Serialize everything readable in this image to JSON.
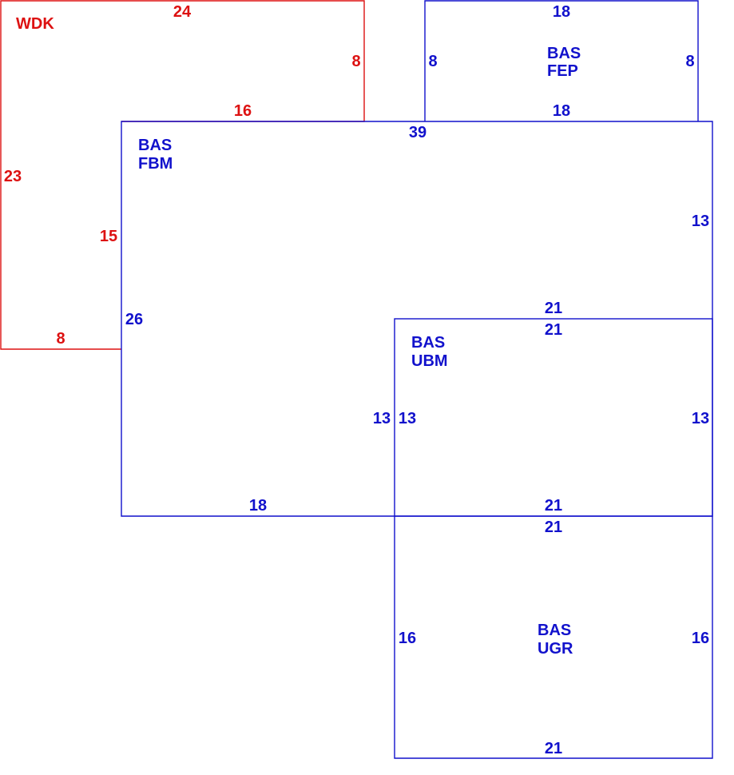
{
  "colors": {
    "wdk": "#dd1111",
    "bas": "#1111cc"
  },
  "areas": {
    "wdk": {
      "line1": "WDK",
      "dims": {
        "top": "24",
        "right": "8",
        "inner_top": "16",
        "left": "23",
        "inner_left": "15",
        "bottom": "8"
      }
    },
    "fep": {
      "line1": "BAS",
      "line2": "FEP",
      "dims": {
        "top": "18",
        "left": "8",
        "right": "8",
        "bottom": "18"
      }
    },
    "fbm": {
      "line1": "BAS",
      "line2": "FBM",
      "dims": {
        "top": "39",
        "right": "13",
        "left": "26",
        "inner_right": "13",
        "bottom": "18"
      }
    },
    "ubm": {
      "line1": "BAS",
      "line2": "UBM",
      "dims": {
        "top_outer": "21",
        "top": "21",
        "left": "13",
        "right": "13",
        "bottom": "21"
      }
    },
    "ugr": {
      "line1": "BAS",
      "line2": "UGR",
      "dims": {
        "top": "21",
        "left": "16",
        "right": "16",
        "bottom": "21"
      }
    }
  }
}
